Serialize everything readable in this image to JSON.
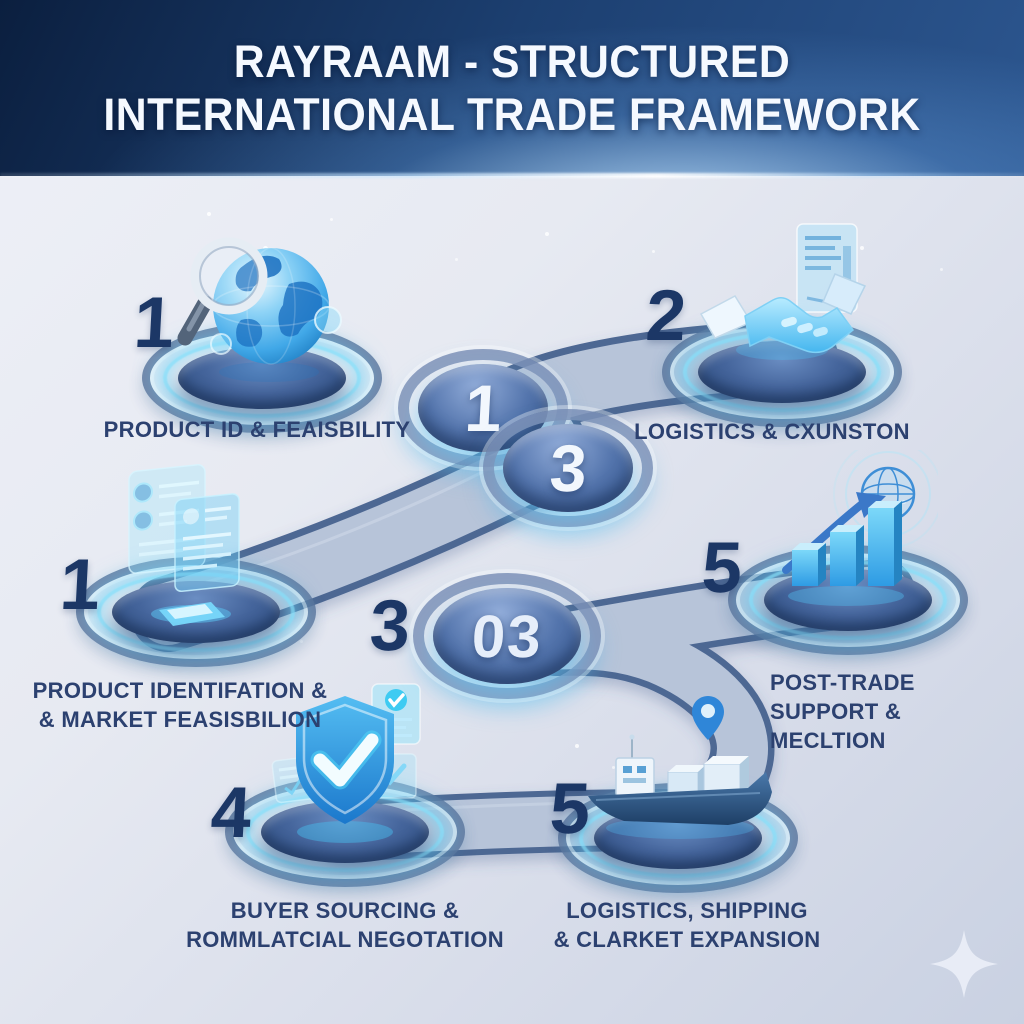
{
  "header": {
    "title_lines": [
      "RAYRAAM - STRUCTURED",
      "INTERNATIONAL TRADE FRAMEWORK"
    ]
  },
  "steps": [
    {
      "id": "product-id-feasibility",
      "number": "1",
      "icon": "globe-magnifier-icon",
      "label_lines": [
        "PRODUCT ID & FEAISBILITY"
      ]
    },
    {
      "id": "logistics-cxunston",
      "number": "2",
      "icon": "handshake-icon",
      "label_lines": [
        "LOGISTICS & CXUNSTON"
      ]
    },
    {
      "id": "product-identification-market",
      "number": "1",
      "icon": "hologram-documents-icon",
      "label_lines": [
        "PRODUCT IDENTIFATION &",
        "& MARKET FEASISBILION"
      ]
    },
    {
      "id": "post-trade-support",
      "number": "5",
      "icon": "growth-chart-globe-icon",
      "label_lines": [
        "POST-TRADE SUPPORT &",
        "MECLTION"
      ]
    },
    {
      "id": "buyer-sourcing-negotiation",
      "number": "4",
      "icon": "shield-check-icon",
      "label_lines": [
        "BUYER SOURCING &",
        "ROMMLATCIAL NEGOTATION"
      ]
    },
    {
      "id": "logistics-shipping-expansion",
      "number": "5",
      "icon": "cargo-ship-icon",
      "label_lines": [
        "LOGISTICS, SHIPPING",
        "& CLARKET EXPANSION"
      ]
    }
  ],
  "path_nodes": [
    {
      "value": "1"
    },
    {
      "value": "3"
    },
    {
      "value": "03",
      "adjacent_number": "3"
    }
  ],
  "decorations": {
    "bottom_right": "four-point-sparkle"
  },
  "colors": {
    "header_navy": "#132e56",
    "accent_cyan": "#5fd1f5",
    "path_fill": "#b7c4d9",
    "path_border": "#4d6793",
    "number_navy": "#1c3766",
    "label_navy": "#2c4170",
    "background_light": "#e7eaf2"
  }
}
